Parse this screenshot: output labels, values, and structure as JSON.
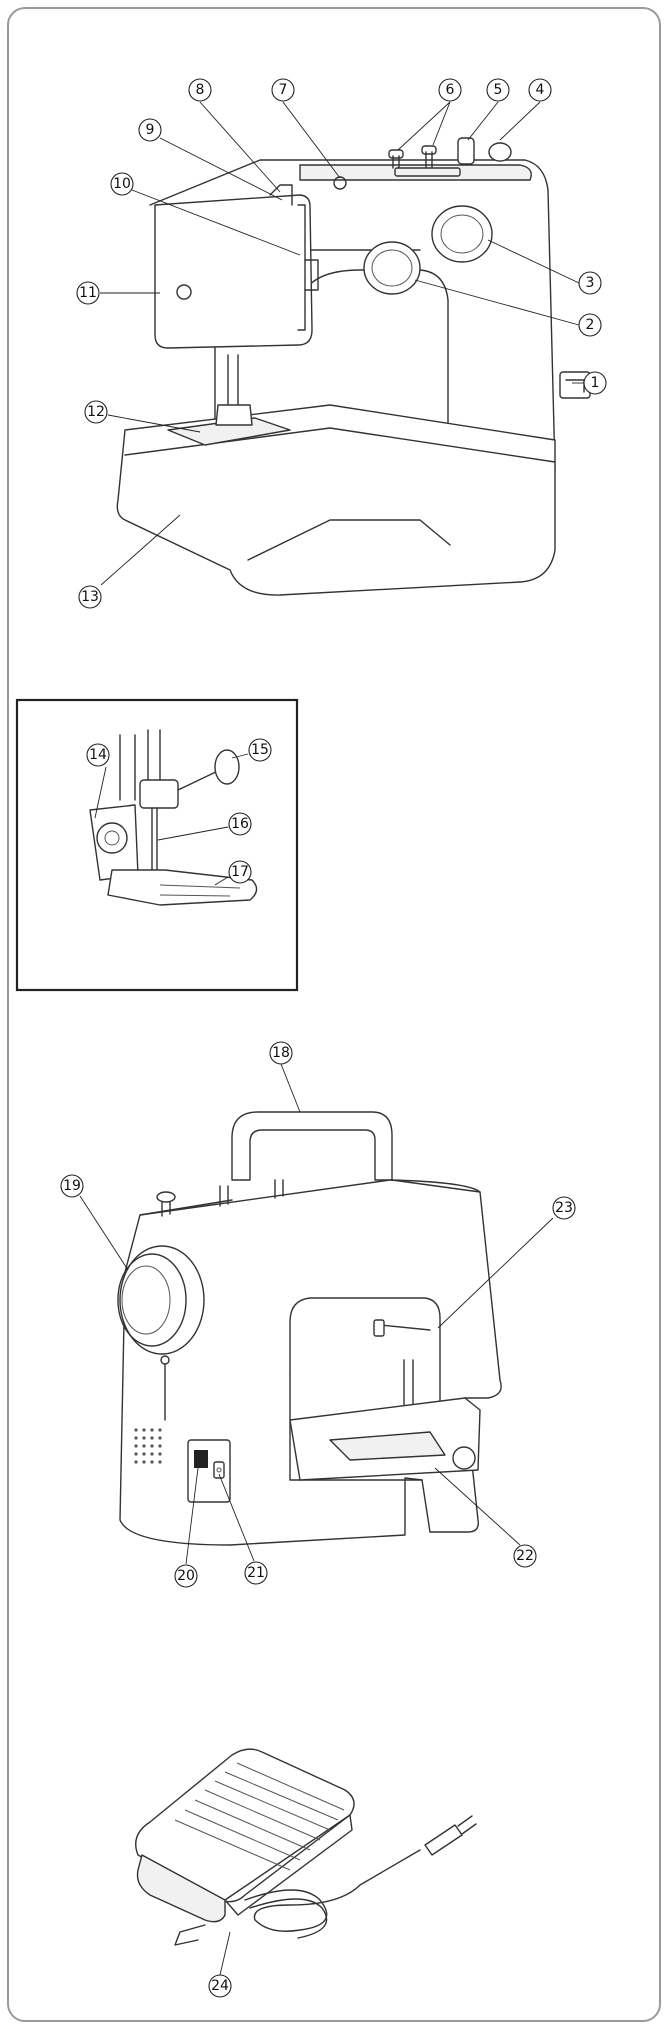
{
  "callouts": {
    "c1": "1",
    "c2": "2",
    "c3": "3",
    "c4": "4",
    "c5": "5",
    "c6": "6",
    "c7": "7",
    "c8": "8",
    "c9": "9",
    "c10": "10",
    "c11": "11",
    "c12": "12",
    "c13": "13",
    "c14": "14",
    "c15": "15",
    "c16": "16",
    "c17": "17",
    "c18": "18",
    "c19": "19",
    "c20": "20",
    "c21": "21",
    "c22": "22",
    "c23": "23",
    "c24": "24"
  },
  "colors": {
    "frame": "#9a9a9a",
    "line": "#333333",
    "panel": "#222222"
  }
}
